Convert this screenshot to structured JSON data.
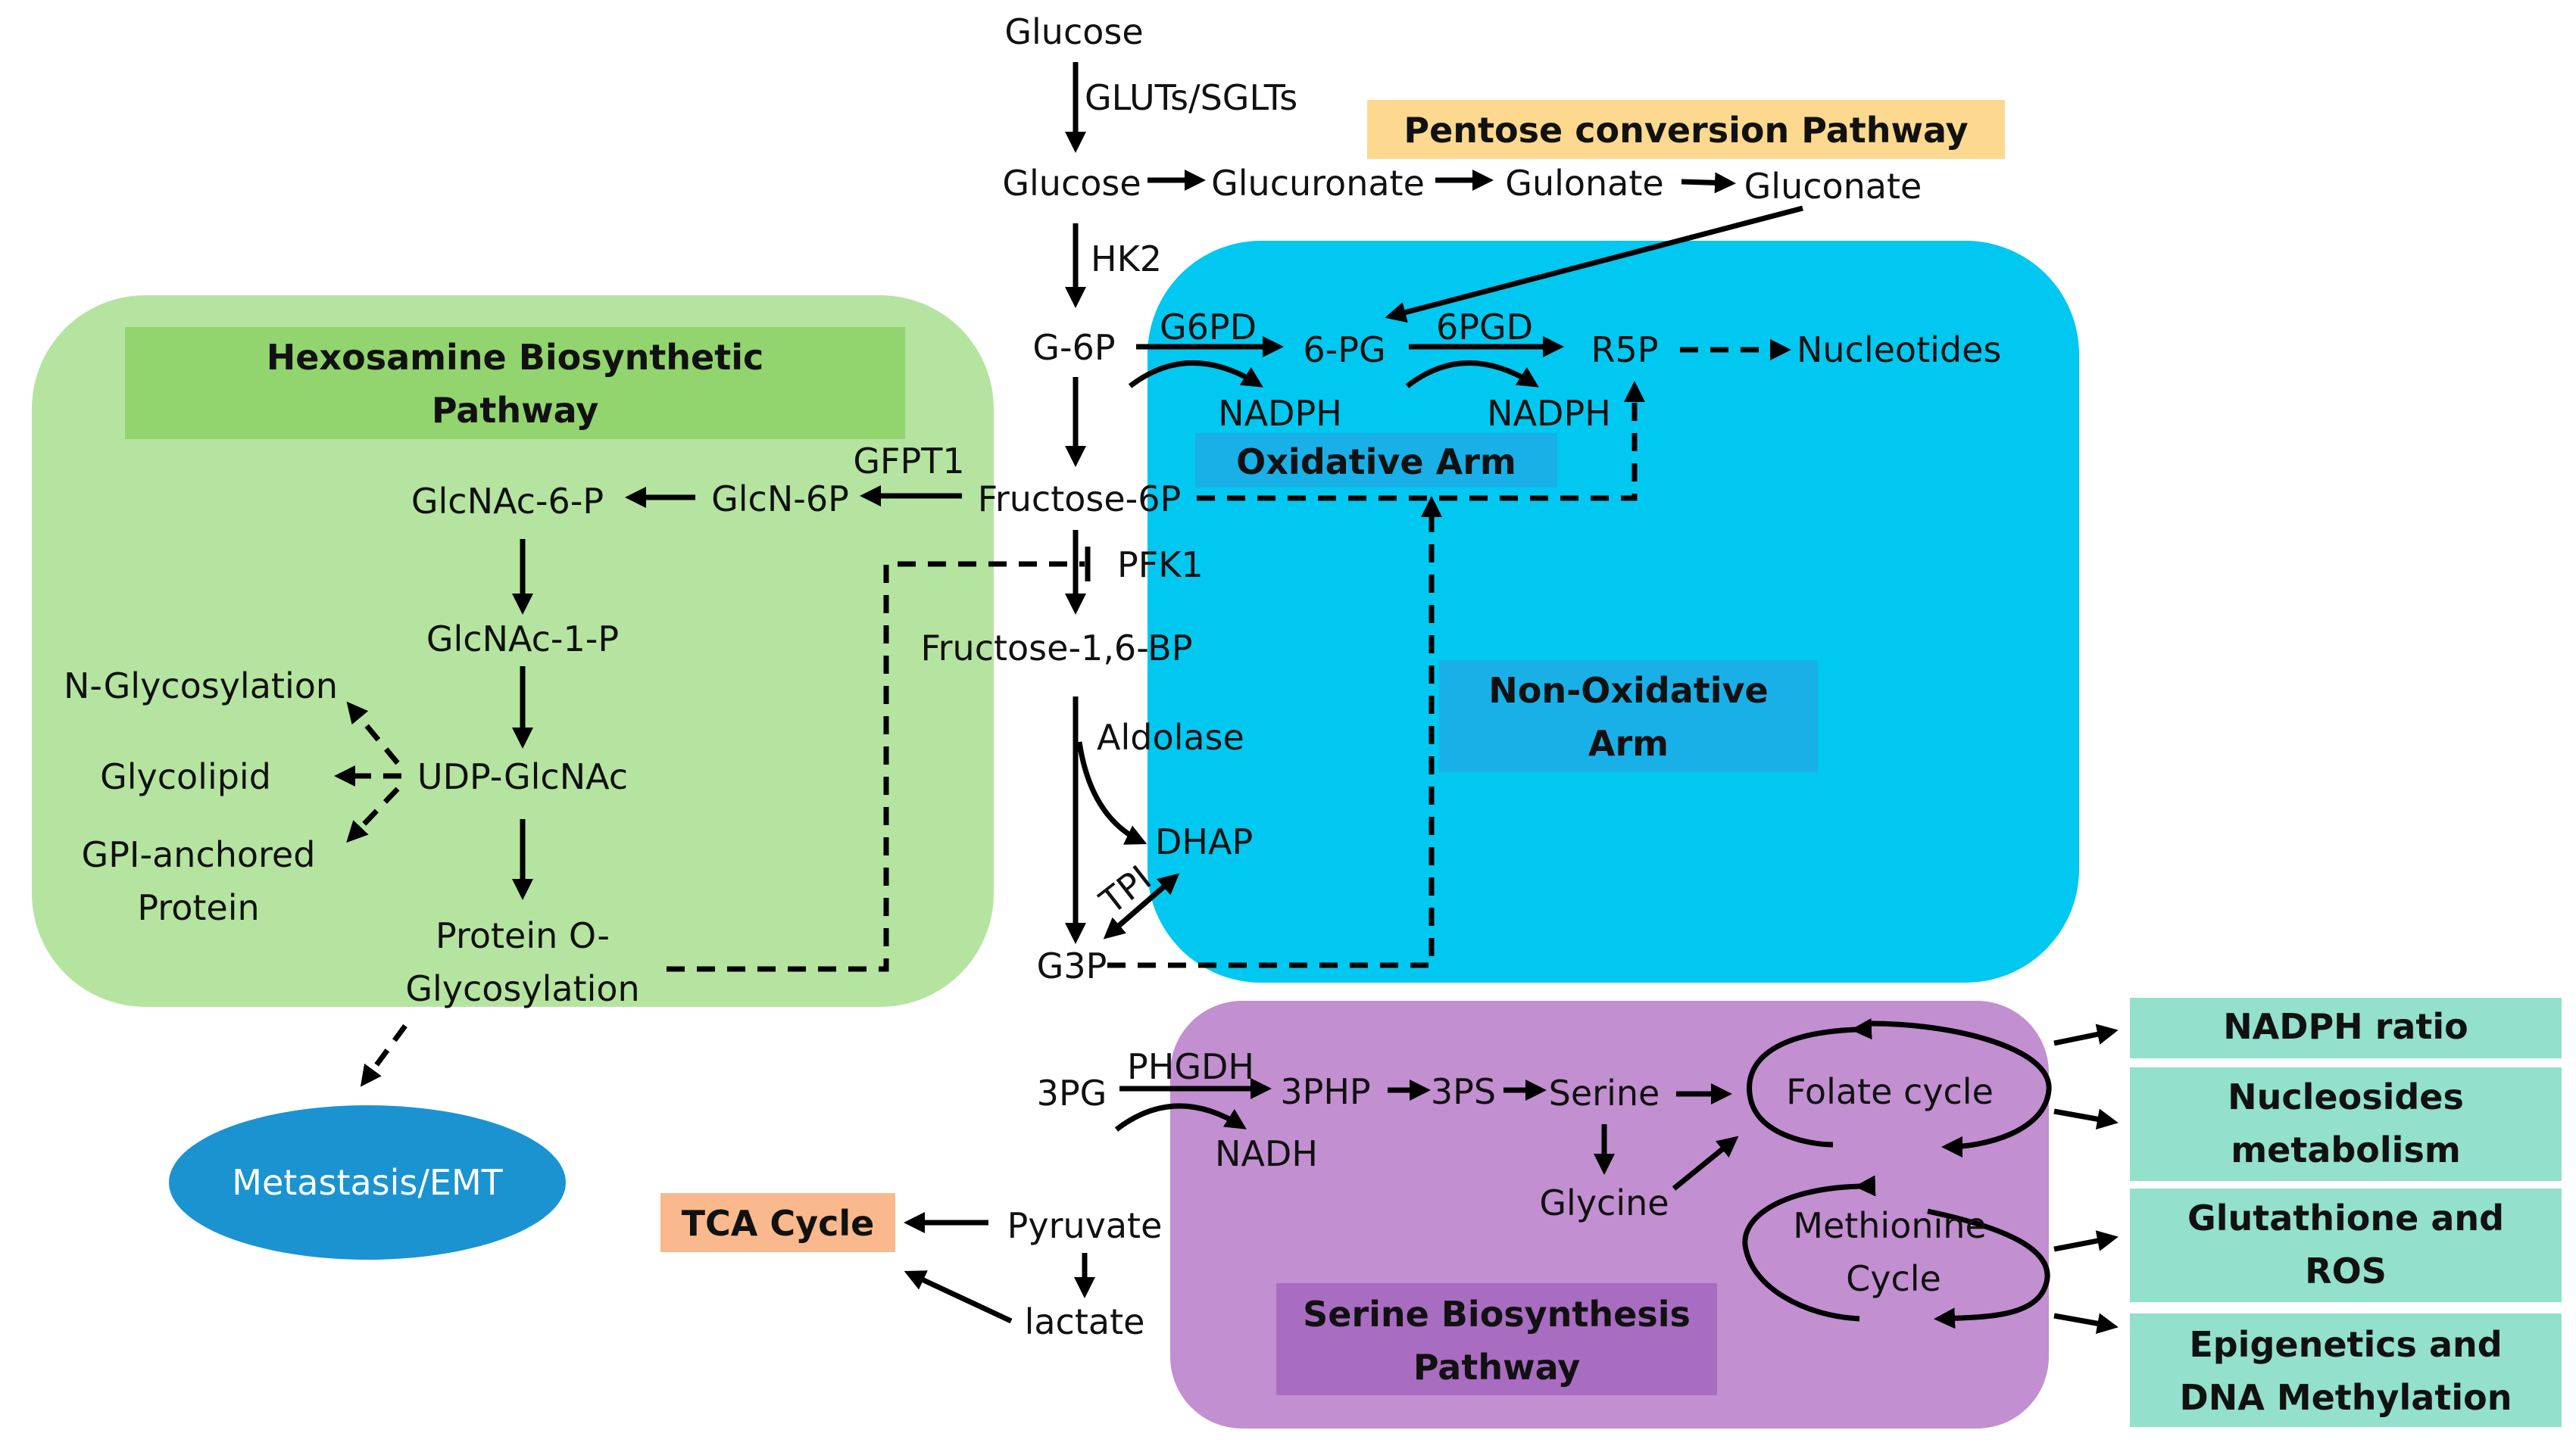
{
  "pathways": {
    "pentose_conversion": "Pentose conversion Pathway",
    "hexosamine_line1": "Hexosamine Biosynthetic",
    "hexosamine_line2": "Pathway",
    "oxidative_arm": "Oxidative Arm",
    "non_oxidative_line1": "Non-Oxidative",
    "non_oxidative_line2": "Arm",
    "serine_line1": "Serine Biosynthesis",
    "serine_line2": "Pathway"
  },
  "glycolysis": {
    "glucose_top": "Glucose",
    "transporter": "GLUTs/SGLTs",
    "glucose": "Glucose",
    "hk2": "HK2",
    "g6p": "G-6P",
    "fructose6p": "Fructose-6P",
    "pfk1": "PFK1",
    "fructose16bp": "Fructose-1,6-BP",
    "aldolase": "Aldolase",
    "dhap": "DHAP",
    "tpi": "TPI",
    "g3p": "G3P",
    "3pg": "3PG",
    "pyruvate": "Pyruvate",
    "lactate": "lactate",
    "tca": "TCA Cycle"
  },
  "pentose": {
    "glucuronate": "Glucuronate",
    "gulonate": "Gulonate",
    "gluconate": "Gluconate"
  },
  "ppp": {
    "g6pd": "G6PD",
    "6pg": "6-PG",
    "6pgd": "6PGD",
    "r5p": "R5P",
    "nucleotides": "Nucleotides",
    "nadph1": "NADPH",
    "nadph2": "NADPH"
  },
  "hexosamine": {
    "gfpt1": "GFPT1",
    "glcn6p": "GlcN-6P",
    "glcnac6p": "GlcNAc-6-P",
    "glcnac1p": "GlcNAc-1-P",
    "udp_glcnac": "UDP-GlcNAc",
    "n_glyco": "N-Glycosylation",
    "glycolipid": "Glycolipid",
    "gpi_line1": "GPI-anchored",
    "gpi_line2": "Protein",
    "o_glyco_line1": "Protein O-",
    "o_glyco_line2": "Glycosylation",
    "metastasis": "Metastasis/EMT"
  },
  "serine": {
    "phgdh": "PHGDH",
    "nadh": "NADH",
    "3php": "3PHP",
    "3ps": "3PS",
    "serine": "Serine",
    "glycine": "Glycine",
    "folate": "Folate cycle",
    "methionine_line1": "Methionine",
    "methionine_line2": "Cycle"
  },
  "outputs": {
    "nadph_ratio": "NADPH ratio",
    "nucleosides_line1": "Nucleosides",
    "nucleosides_line2": "metabolism",
    "glutathione_line1": "Glutathione and",
    "glutathione_line2": "ROS",
    "epigenetics_line1": "Epigenetics and",
    "epigenetics_line2": "DNA Methylation"
  },
  "colors": {
    "hexosamine_bg": "#b5e4a0",
    "hexosamine_title_bg": "#92d46e",
    "ppp_bg": "#00c8f0",
    "ppp_label_bg": "#19b0e8",
    "serine_bg": "#c28fd0",
    "serine_title_bg": "#a86cc1",
    "pentose_title_bg": "#fdd98f",
    "tca_bg": "#f9b98c",
    "output_bg": "#93e0cc",
    "metastasis_bg": "#1b93d1"
  }
}
